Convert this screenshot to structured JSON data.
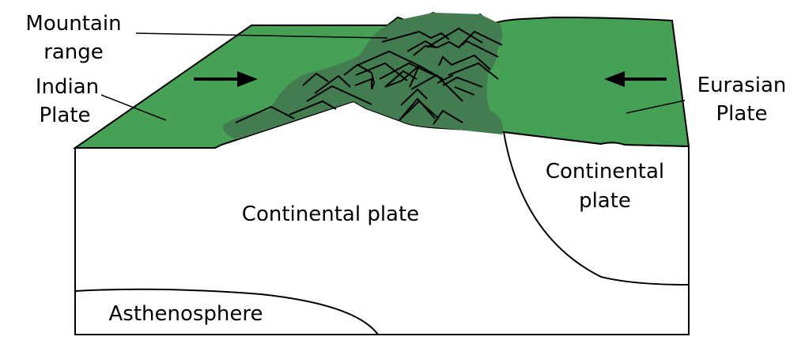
{
  "labels": {
    "mountain_range": [
      "Mountain",
      "range"
    ],
    "indian_plate": [
      "Indian",
      "Plate"
    ],
    "eurasian_plate": [
      "Eurasian",
      "Plate"
    ],
    "continental_plate_main": "Continental plate",
    "continental_plate_right": [
      "Continental",
      "plate"
    ],
    "asthenosphere": "Asthenosphere"
  },
  "colors": {
    "plate_surface": "#46a157",
    "mountains": "#437c50",
    "outline": "#000000"
  }
}
